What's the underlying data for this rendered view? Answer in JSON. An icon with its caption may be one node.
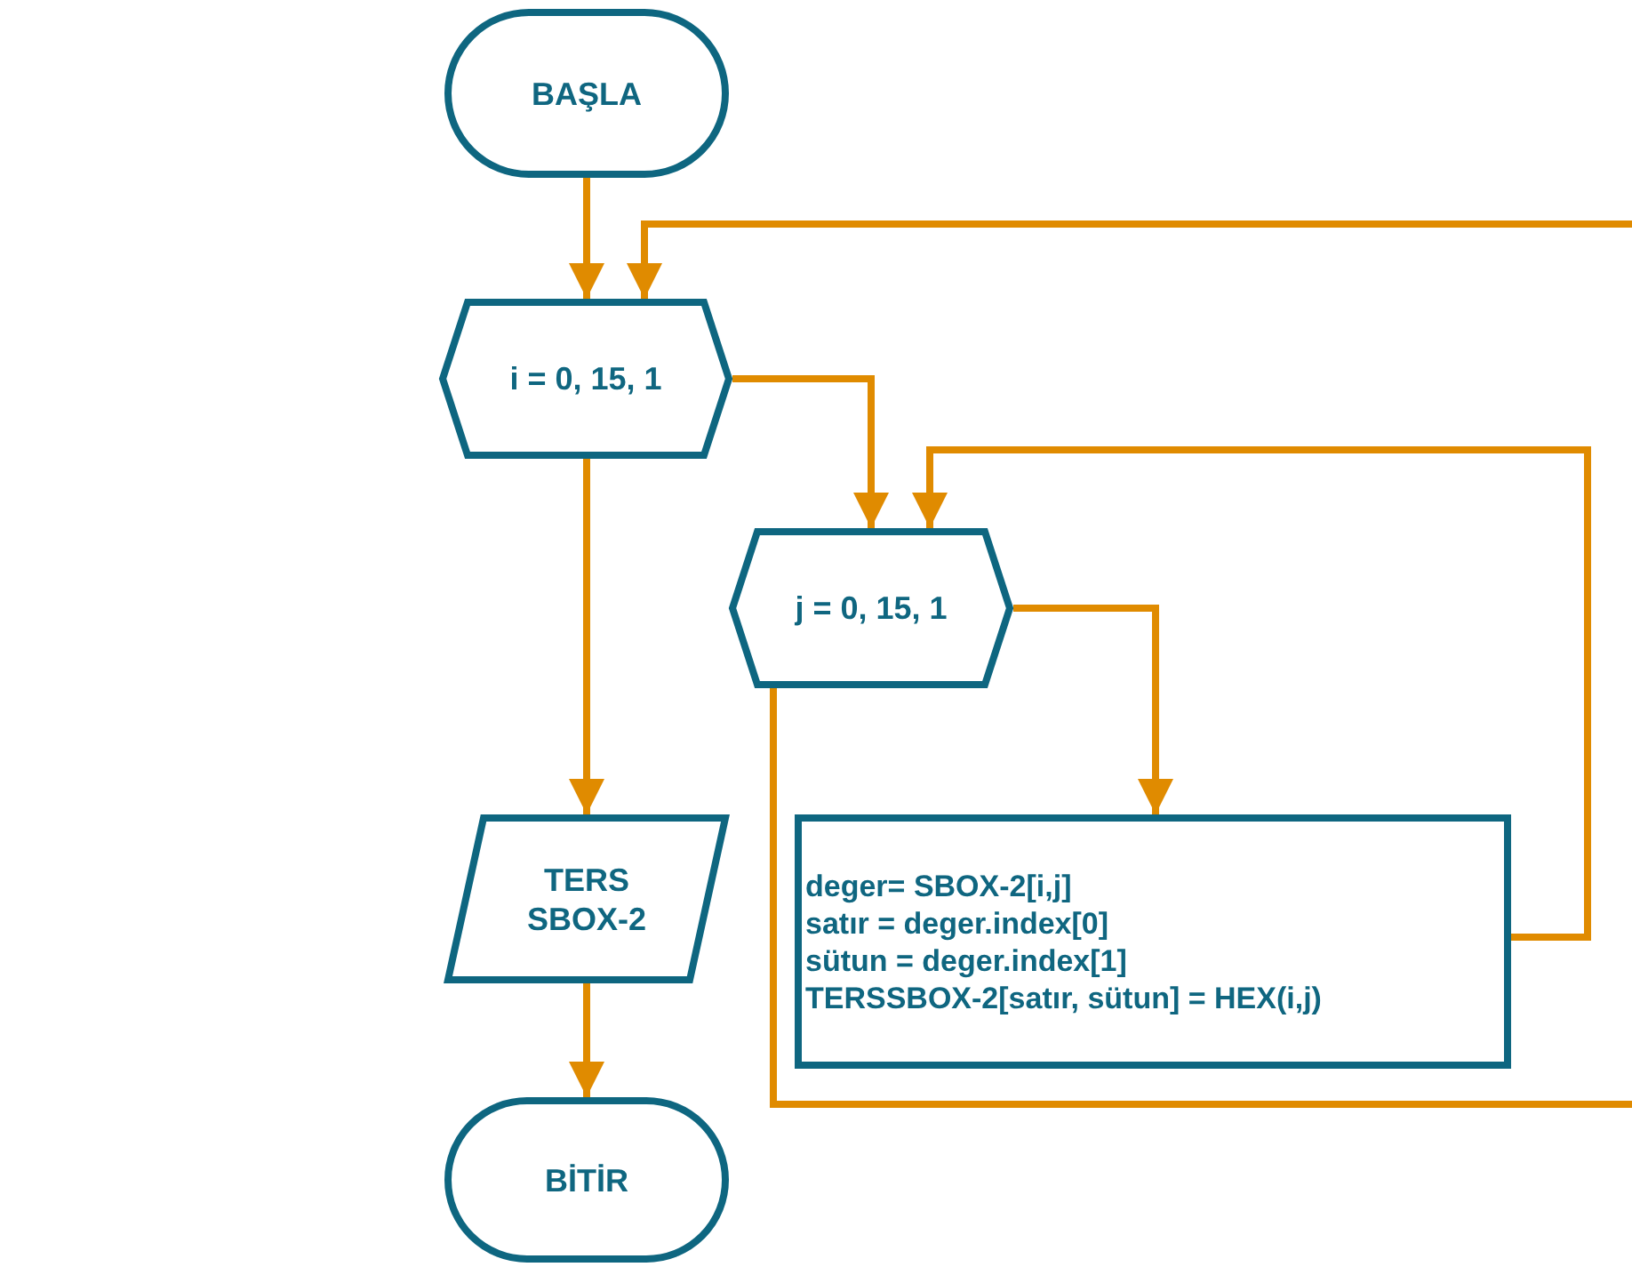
{
  "diagram": {
    "nodes": [
      {
        "text": [
          "BAŞLA"
        ]
      },
      {
        "text": [
          "i = 0, 15, 1"
        ]
      },
      {
        "text": [
          "j = 0, 15, 1"
        ]
      },
      {
        "text": [
          "deger= SBOX-2[i,j]",
          "satır = deger.index[0]",
          "sütun = deger.index[1]",
          "TERSSBOX-2[satır, sütun] = HEX(i,j)"
        ]
      },
      {
        "text": [
          "TERS SBOX-2"
        ]
      },
      {
        "text": [
          "BİTİR"
        ]
      }
    ],
    "edges": [
      {
        "from": 0,
        "to": 1,
        "arrow": "to"
      },
      {
        "from": 1,
        "to": 2,
        "arrow": "to"
      },
      {
        "from": 2,
        "to": 3,
        "arrow": "to"
      },
      {
        "from": 3,
        "to": 2,
        "arrow": "to"
      },
      {
        "from": 2,
        "to": 1,
        "arrow": "to"
      },
      {
        "from": 1,
        "to": 4,
        "arrow": "to"
      },
      {
        "from": 4,
        "to": 5,
        "arrow": "to"
      }
    ]
  }
}
